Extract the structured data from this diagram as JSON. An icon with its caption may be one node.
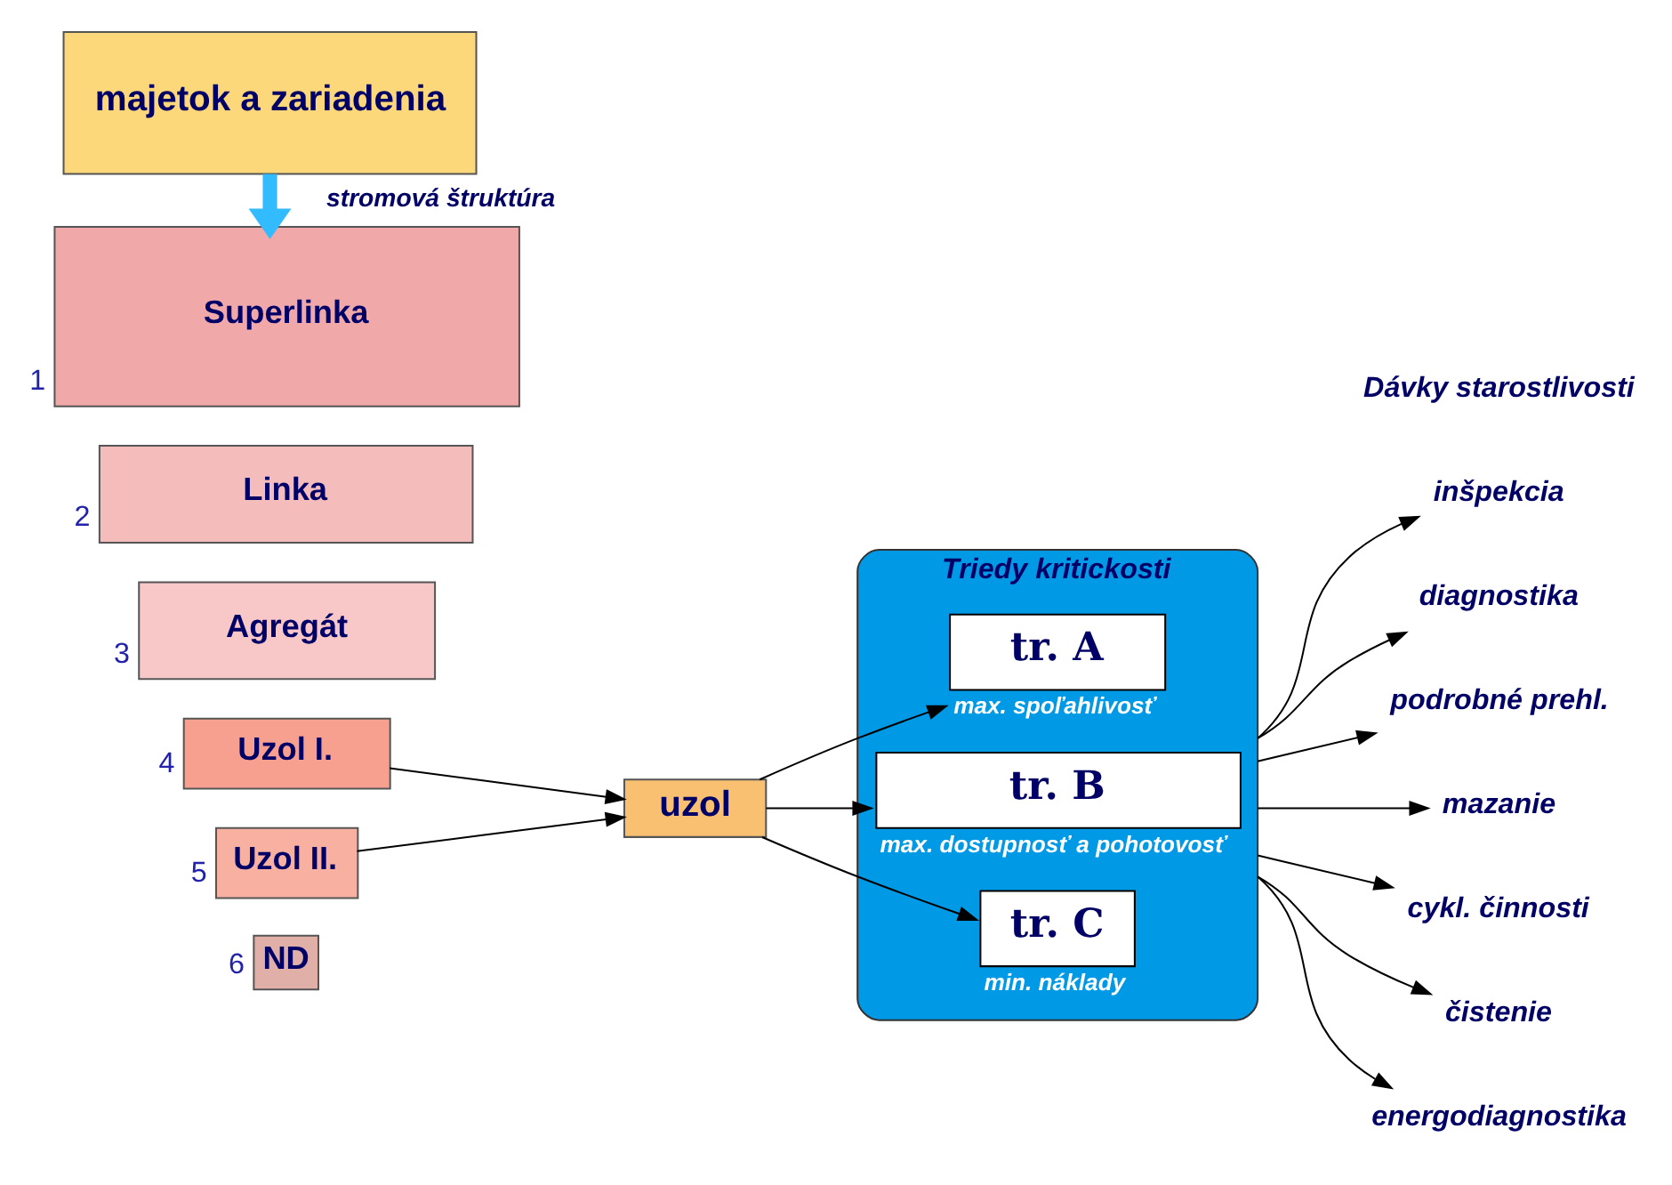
{
  "diagram": {
    "nodes": [
      {
        "text": [
          "majetok a zariadenia"
        ]
      },
      {
        "text": [
          "Superlinka"
        ],
        "beside": [
          "1"
        ]
      },
      {
        "text": [
          "Linka"
        ],
        "beside": [
          "2"
        ]
      },
      {
        "text": [
          "Agregát"
        ],
        "beside": [
          "3"
        ]
      },
      {
        "text": [
          "Uzol I."
        ],
        "beside": [
          "4"
        ]
      },
      {
        "text": [
          "Uzol II."
        ],
        "beside": [
          "5"
        ]
      },
      {
        "text": [
          "ND"
        ],
        "beside": [
          "6"
        ]
      },
      {
        "text": [
          "uzol"
        ]
      },
      {
        "text": [
          "Triedy kritickosti"
        ]
      },
      {
        "text": [
          "tr. A"
        ],
        "beside": [
          "max. spoľahlivosť"
        ],
        "in": 8
      },
      {
        "text": [
          "tr. B"
        ],
        "beside": [
          "max. dostupnosť a pohotovosť"
        ],
        "in": 8
      },
      {
        "text": [
          "tr. C"
        ],
        "beside": [
          "min. náklady"
        ],
        "in": 8
      },
      {
        "text": [
          "inšpekcia"
        ]
      },
      {
        "text": [
          "diagnostika"
        ]
      },
      {
        "text": [
          "podrobné prehl."
        ]
      },
      {
        "text": [
          "mazanie"
        ]
      },
      {
        "text": [
          "cykl. činnosti"
        ]
      },
      {
        "text": [
          "čistenie"
        ]
      },
      {
        "text": [
          "energodiagnostika"
        ]
      }
    ],
    "edges": [
      {
        "from": 0,
        "to": 1,
        "arrow": "to",
        "label": "stromová štruktúra",
        "style": "thick",
        "color": "#33bbff"
      },
      {
        "from": 4,
        "to": 7,
        "arrow": "to"
      },
      {
        "from": 5,
        "to": 7,
        "arrow": "to"
      },
      {
        "from": 7,
        "to": 9,
        "arrow": "to"
      },
      {
        "from": 7,
        "to": 10,
        "arrow": "to"
      },
      {
        "from": 7,
        "to": 11,
        "arrow": "to"
      },
      {
        "from": 8,
        "to": 12,
        "arrow": "to"
      },
      {
        "from": 8,
        "to": 13,
        "arrow": "to"
      },
      {
        "from": 8,
        "to": 14,
        "arrow": "to"
      },
      {
        "from": 8,
        "to": 15,
        "arrow": "to"
      },
      {
        "from": 8,
        "to": 16,
        "arrow": "to"
      },
      {
        "from": 8,
        "to": 17,
        "arrow": "to"
      },
      {
        "from": 8,
        "to": 18,
        "arrow": "to"
      }
    ],
    "labels": [
      "Dávky starostlivosti"
    ]
  }
}
